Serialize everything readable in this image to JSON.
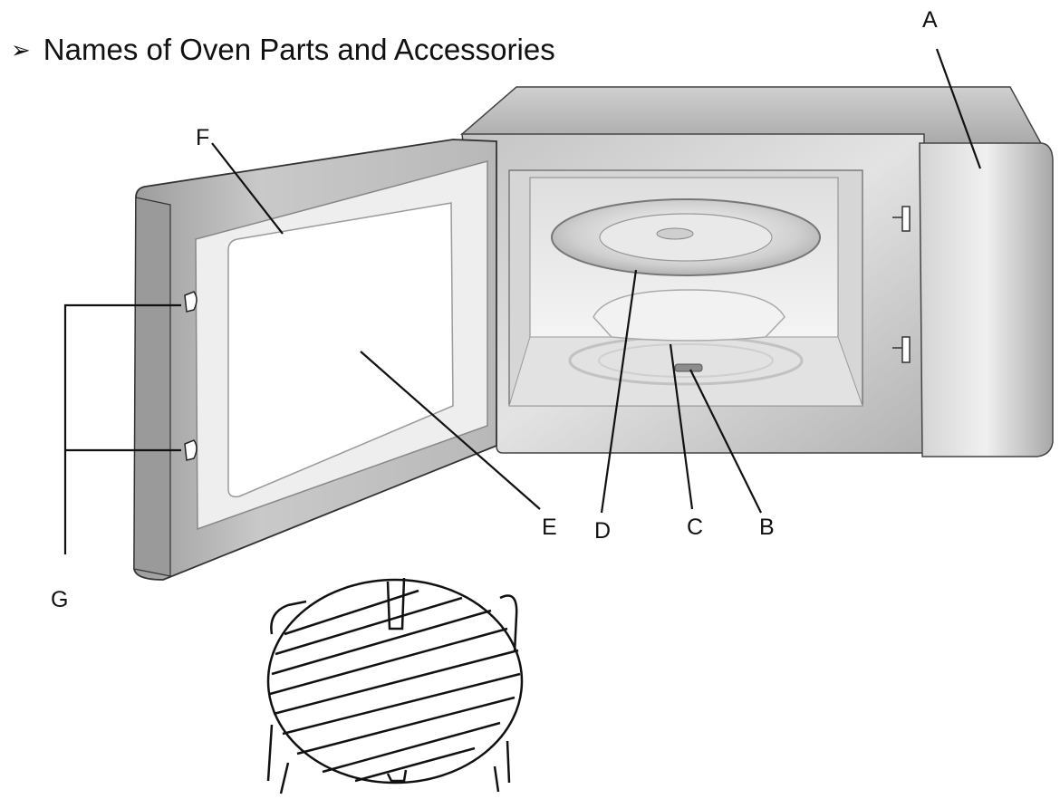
{
  "heading": {
    "bullet": "➢",
    "title": "Names of Oven Parts and Accessories"
  },
  "labels": {
    "a": "A",
    "b": "B",
    "c": "C",
    "d": "D",
    "e": "E",
    "f": "F",
    "g": "G"
  },
  "colors": {
    "line": "#111111",
    "body_light": "#e6e6e6",
    "body_dark": "#9a9a9a"
  }
}
